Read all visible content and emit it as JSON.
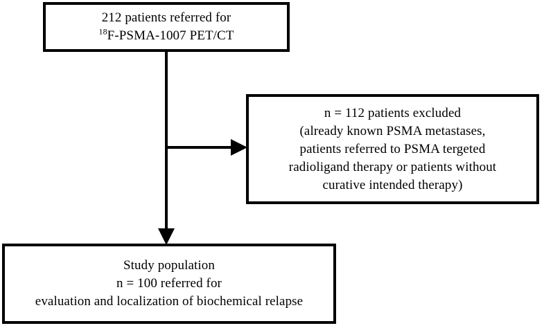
{
  "chart_data": {
    "type": "diagram",
    "title": "Patient selection flow diagram",
    "nodes": [
      {
        "id": "referred",
        "role": "enrollment",
        "lines": [
          {
            "text": "212 patients referred for"
          },
          {
            "pre": "",
            "sup": "18",
            "post": "F-PSMA-1007 PET/CT"
          }
        ],
        "count": 212
      },
      {
        "id": "excluded",
        "role": "exclusion",
        "lines": [
          {
            "text": "n = 112 patients excluded"
          },
          {
            "text": "(already known PSMA metastases,"
          },
          {
            "text": "patients referred to PSMA tergeted"
          },
          {
            "text": "radioligand therapy or patients without"
          },
          {
            "text": "curative intended therapy)"
          }
        ],
        "count": 112
      },
      {
        "id": "study",
        "role": "included",
        "lines": [
          {
            "text": "Study population"
          },
          {
            "text": "n = 100 referred for"
          },
          {
            "text": "evaluation and localization of biochemical relapse"
          }
        ],
        "count": 100
      }
    ],
    "edges": [
      {
        "from": "referred",
        "to": "excluded",
        "direction": "right",
        "arrow": true
      },
      {
        "from": "referred",
        "to": "study",
        "direction": "down",
        "arrow": true
      }
    ],
    "style": {
      "stroke_color": "#000000",
      "fill_color": "#ffffff",
      "text_color": "#000000",
      "stroke_width": 4
    }
  },
  "diagram": {
    "referred": {
      "l0": "212 patients referred for",
      "l1_sup": "18",
      "l1_post": "F-PSMA-1007 PET/CT"
    },
    "excluded": {
      "l0": "n = 112 patients excluded",
      "l1": "(already known PSMA metastases,",
      "l2": "patients referred to PSMA tergeted",
      "l3": "radioligand therapy or patients without",
      "l4": "curative intended therapy)"
    },
    "study": {
      "l0": "Study population",
      "l1": "n = 100 referred for",
      "l2": "evaluation and localization of biochemical relapse"
    }
  }
}
